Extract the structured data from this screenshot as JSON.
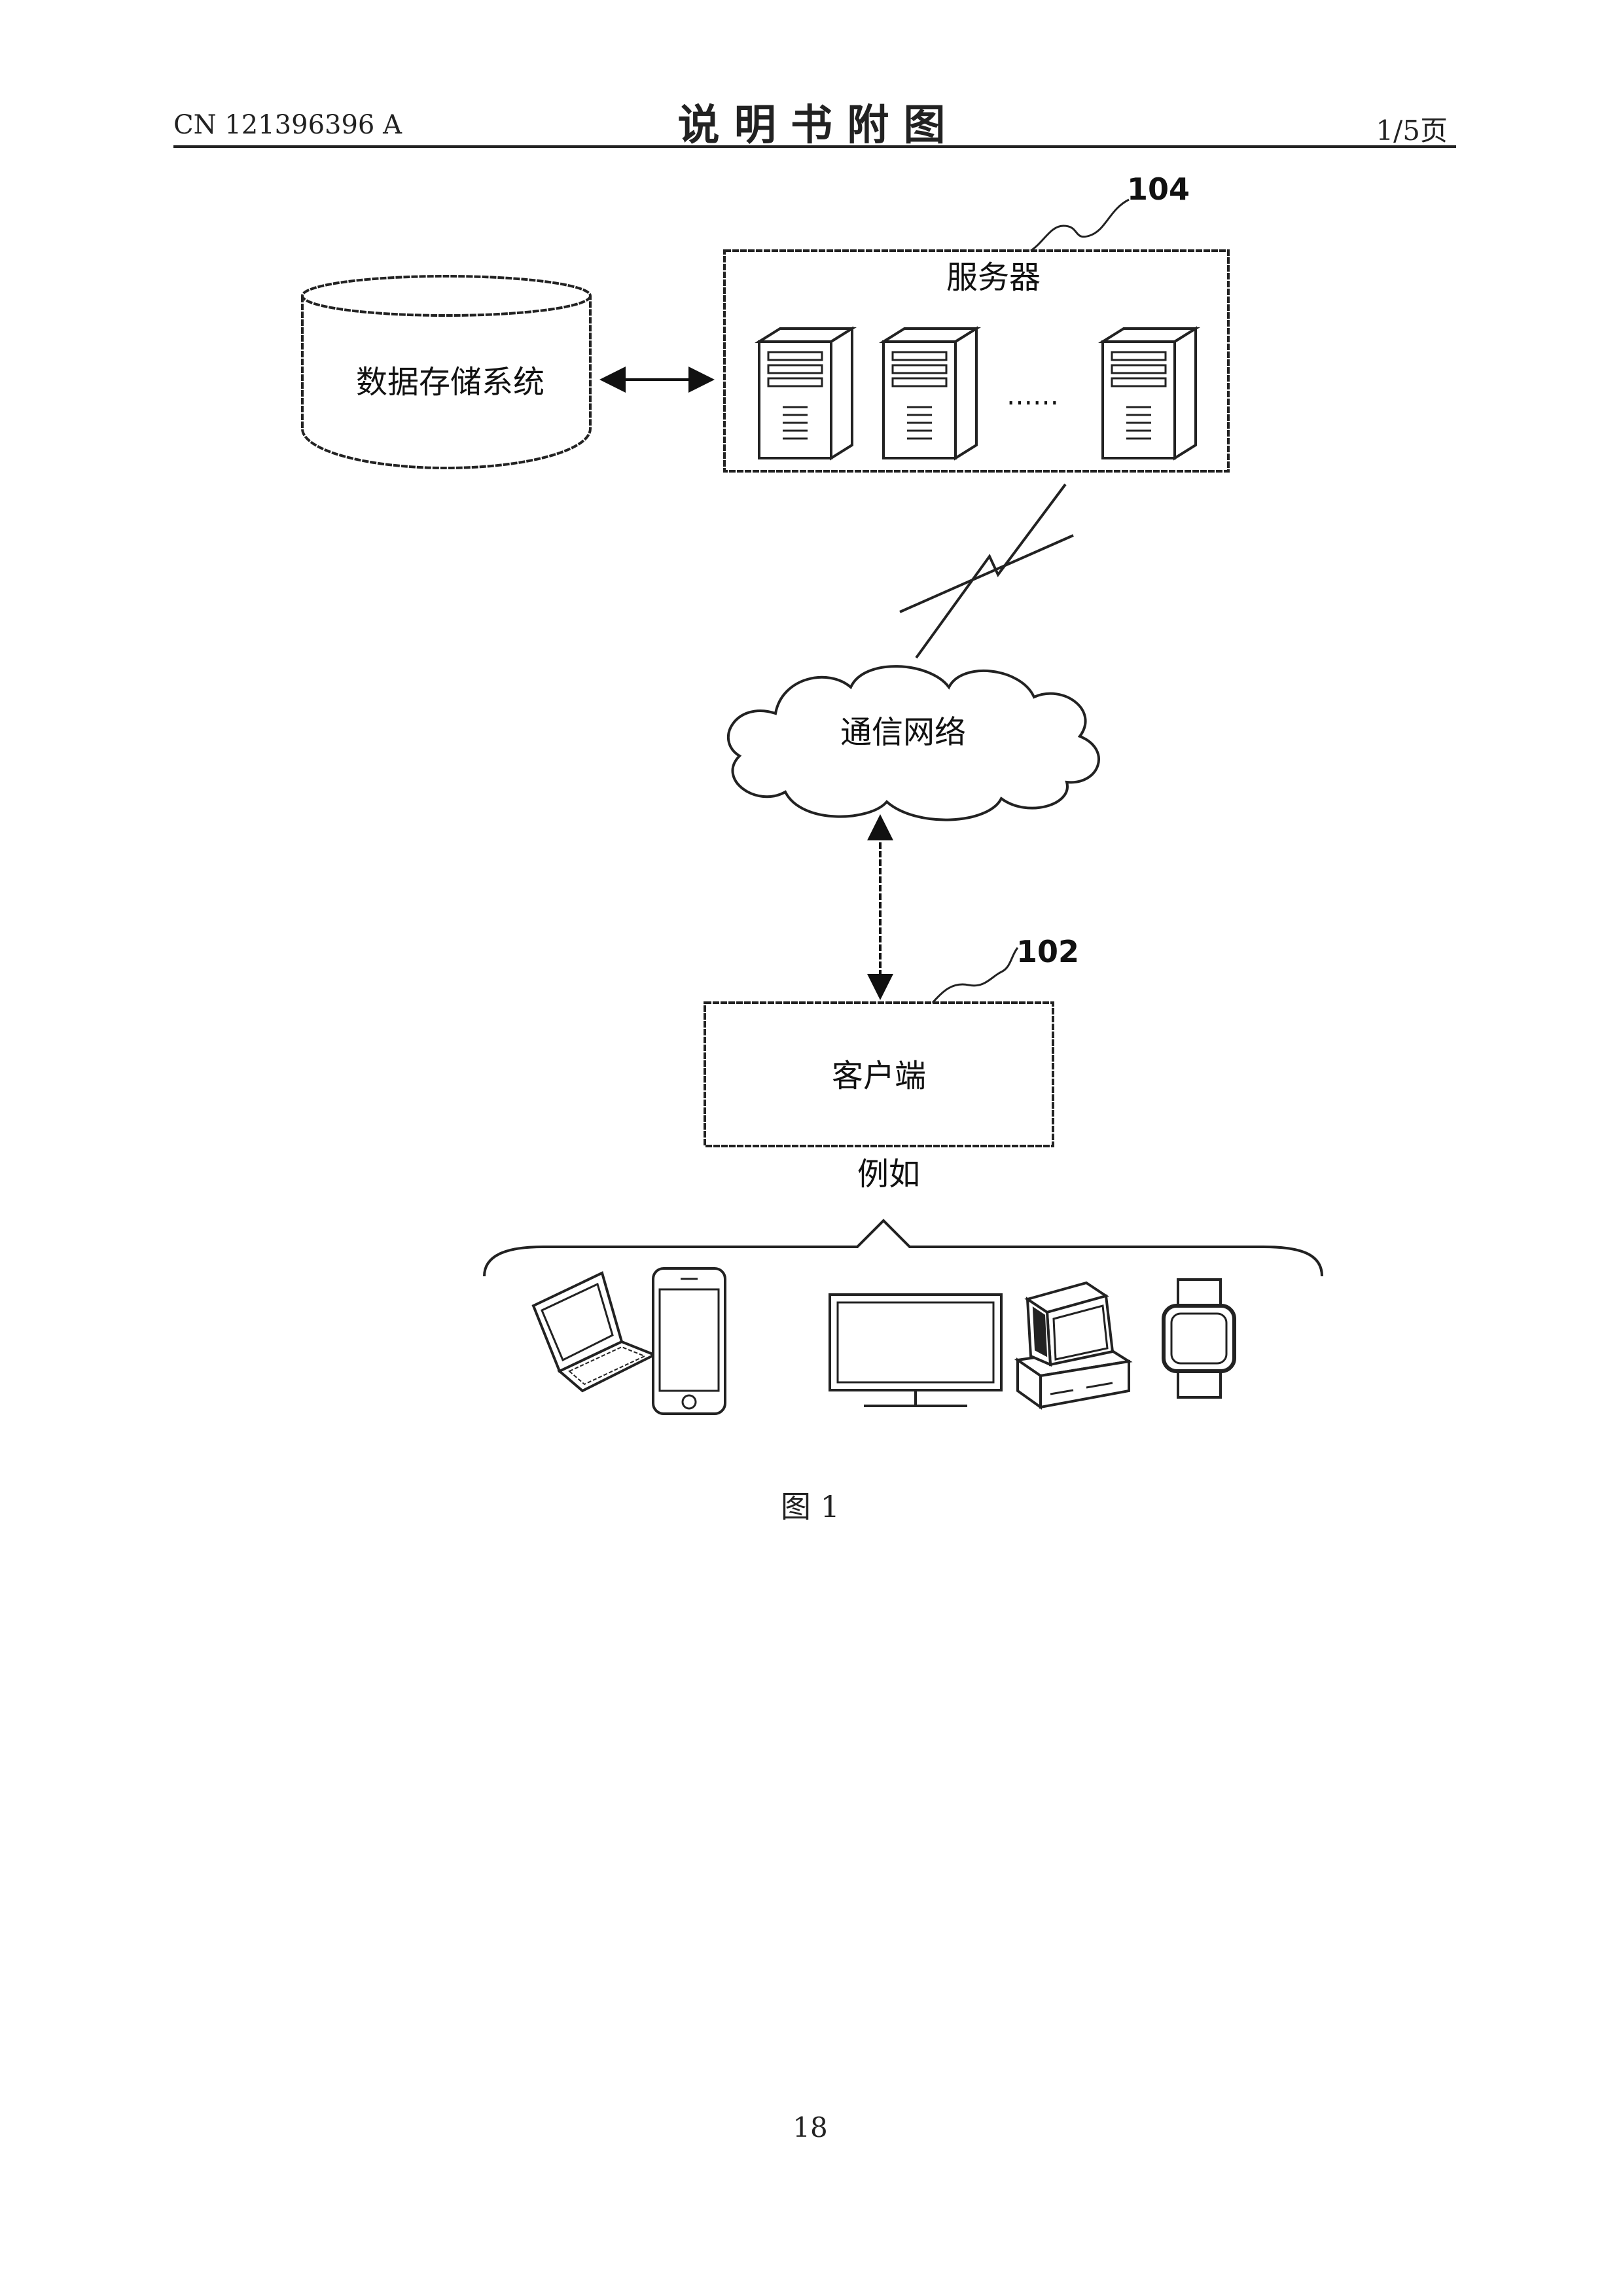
{
  "header": {
    "doc_number": "CN 121396396 A",
    "title": "说 明 书 附 图",
    "page_indicator": "1/5页"
  },
  "diagram": {
    "server": {
      "ref": "104",
      "label": "服务器",
      "ellipsis": "……"
    },
    "storage": {
      "label": "数据存储系统"
    },
    "network": {
      "label": "通信网络"
    },
    "client": {
      "ref": "102",
      "label": "客户端"
    },
    "examples_label": "例如",
    "device_icons": [
      "laptop-icon",
      "smartphone-icon",
      "monitor-icon",
      "desktop-computer-icon",
      "smartwatch-icon"
    ]
  },
  "figure_caption": "图 1",
  "page_number": "18"
}
